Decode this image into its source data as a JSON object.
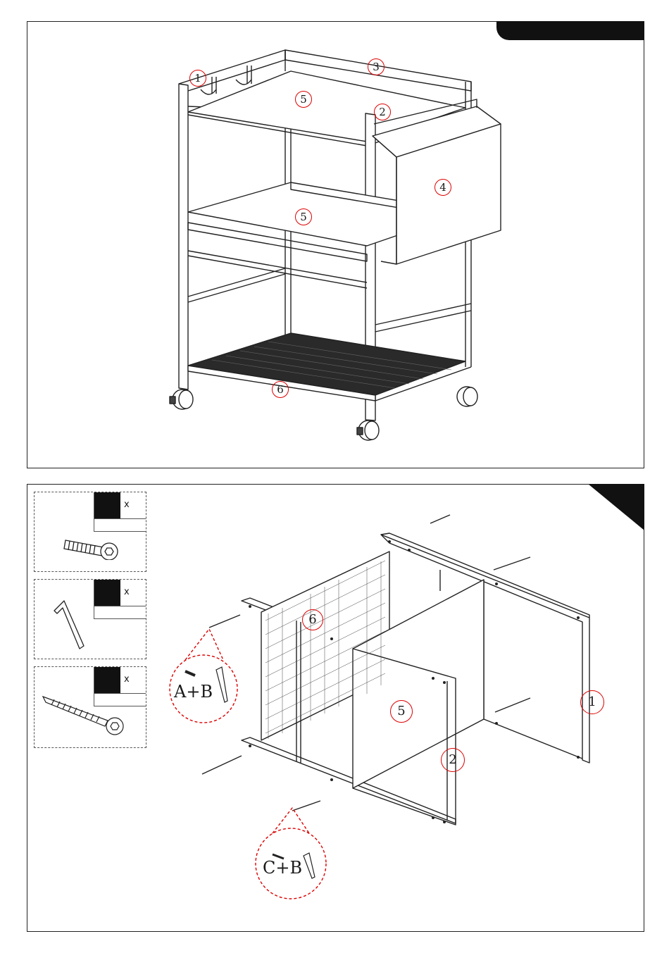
{
  "step_top": {
    "callouts": [
      "1",
      "3",
      "5",
      "2",
      "4",
      "5",
      "6"
    ]
  },
  "step_bottom": {
    "hardware": [
      {
        "icon": "bolt-icon",
        "qty_prefix": "x"
      },
      {
        "icon": "allen-key-icon",
        "qty_prefix": "x"
      },
      {
        "icon": "wood-screw-icon",
        "qty_prefix": "x"
      }
    ],
    "callouts": [
      "6",
      "5",
      "1",
      "2"
    ],
    "detail_a": "A+B",
    "detail_c": "C+B"
  }
}
